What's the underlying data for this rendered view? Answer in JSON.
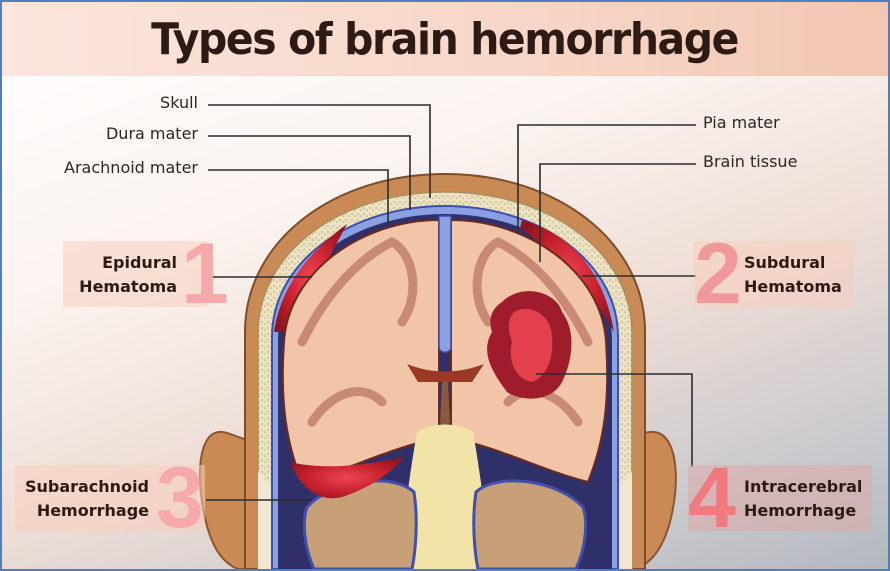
{
  "title": "Types of brain hemorrhage",
  "anatomy_labels": {
    "skull": "Skull",
    "dura_mater": "Dura mater",
    "arachnoid_mater": "Arachnoid mater",
    "pia_mater": "Pia mater",
    "brain_tissue": "Brain tissue"
  },
  "hemorrhage_types": [
    {
      "number": "1",
      "line1": "Epidural",
      "line2": "Hematoma"
    },
    {
      "number": "2",
      "line1": "Subdural",
      "line2": "Hematoma"
    },
    {
      "number": "3",
      "line1": "Subarachnoid",
      "line2": "Hemorrhage"
    },
    {
      "number": "4",
      "line1": "Intracerebral",
      "line2": "Hemorrhage"
    }
  ],
  "colors": {
    "border": "#4f7fbf",
    "title_text": "#2e1a14",
    "number_accent": "#f49a9c",
    "blood": "#d7232f",
    "skin": "#c98a55",
    "brain": "#f2c4a8",
    "meninges": "#8aa0e0"
  }
}
